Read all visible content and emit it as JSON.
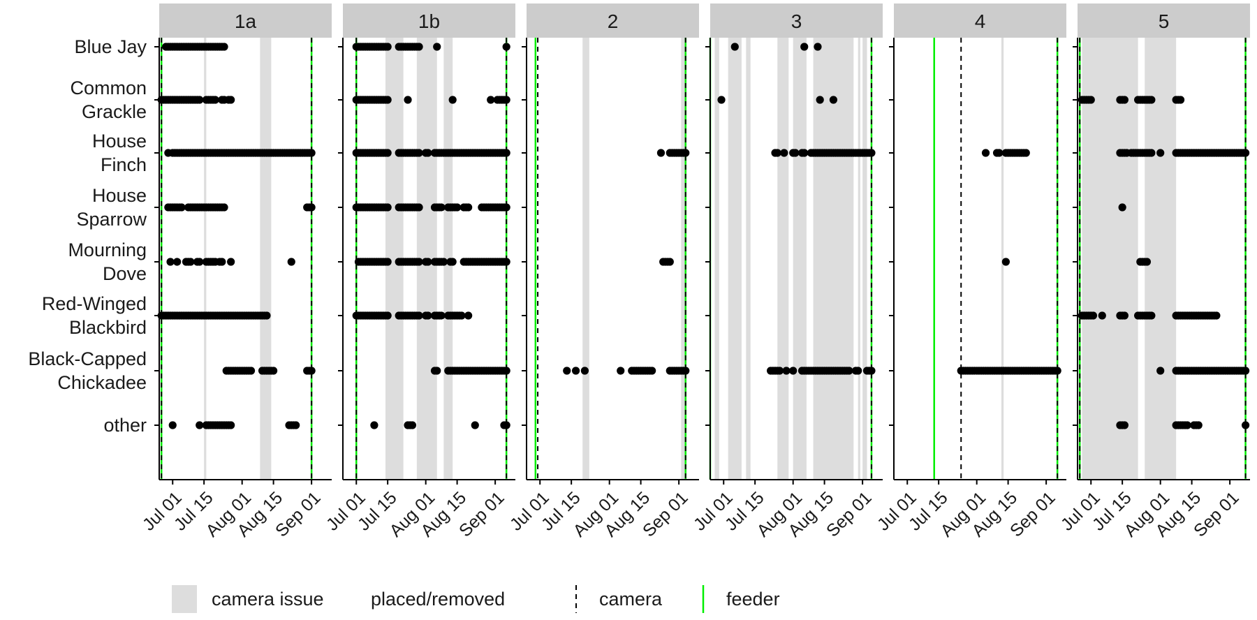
{
  "chart_data": {
    "type": "scatter",
    "title": "",
    "xlabel": "",
    "ylabel": "",
    "grid": false,
    "colors": {
      "points": "#000000",
      "camera_issue": "#dddddd",
      "strip": "#cccccc",
      "camera_line": "#000000",
      "feeder_line": "#00ee00"
    },
    "xlim": [
      "2020-06-25",
      "2020-09-10"
    ],
    "x_ticks": [
      {
        "date": "2020-07-01",
        "label": "Jul 01"
      },
      {
        "date": "2020-07-15",
        "label": "Jul 15"
      },
      {
        "date": "2020-08-01",
        "label": "Aug 01"
      },
      {
        "date": "2020-08-15",
        "label": "Aug 15"
      },
      {
        "date": "2020-09-01",
        "label": "Sep 01"
      }
    ],
    "species": [
      {
        "key": "blue_jay",
        "lines": [
          "Blue Jay"
        ]
      },
      {
        "key": "common_grackle",
        "lines": [
          "Common",
          "Grackle"
        ]
      },
      {
        "key": "house_finch",
        "lines": [
          "House",
          "Finch"
        ]
      },
      {
        "key": "house_sparrow",
        "lines": [
          "House",
          "Sparrow"
        ]
      },
      {
        "key": "mourning_dove",
        "lines": [
          "Mourning",
          "Dove"
        ]
      },
      {
        "key": "red_winged_blackbird",
        "lines": [
          "Red-Winged",
          "Blackbird"
        ]
      },
      {
        "key": "black_capped_chickadee",
        "lines": [
          "Black-Capped",
          "Chickadee"
        ]
      },
      {
        "key": "other",
        "lines": [
          "other"
        ]
      }
    ],
    "panels": [
      {
        "label": "1a",
        "camera": [
          "2020-06-26",
          "2020-09-01"
        ],
        "feeder": [
          "2020-06-26",
          "2020-09-01"
        ],
        "camera_issue": [
          [
            "2020-07-15",
            "2020-07-16"
          ],
          [
            "2020-08-09",
            "2020-08-14"
          ]
        ],
        "observations": {
          "blue_jay": [
            [
              "2020-06-28",
              "2020-07-24"
            ]
          ],
          "common_grackle": [
            [
              "2020-06-26",
              "2020-07-13"
            ],
            [
              "2020-07-16",
              "2020-07-20"
            ],
            [
              "2020-07-23",
              "2020-07-24"
            ],
            [
              "2020-07-26",
              "2020-07-27"
            ]
          ],
          "house_finch": [
            [
              "2020-06-29",
              "2020-06-29"
            ],
            [
              "2020-07-01",
              "2020-09-01"
            ]
          ],
          "house_sparrow": [
            [
              "2020-06-29",
              "2020-07-05"
            ],
            [
              "2020-07-08",
              "2020-07-24"
            ],
            [
              "2020-08-30",
              "2020-09-01"
            ]
          ],
          "mourning_dove": [
            [
              "2020-06-30",
              "2020-06-30"
            ],
            [
              "2020-07-03",
              "2020-07-03"
            ],
            [
              "2020-07-07",
              "2020-07-09"
            ],
            [
              "2020-07-12",
              "2020-07-13"
            ],
            [
              "2020-07-16",
              "2020-07-20"
            ],
            [
              "2020-07-22",
              "2020-07-23"
            ],
            [
              "2020-07-27",
              "2020-07-27"
            ],
            [
              "2020-08-23",
              "2020-08-23"
            ]
          ],
          "red_winged_blackbird": [
            [
              "2020-06-26",
              "2020-08-12"
            ]
          ],
          "black_capped_chickadee": [
            [
              "2020-07-25",
              "2020-08-05"
            ],
            [
              "2020-08-10",
              "2020-08-15"
            ],
            [
              "2020-08-30",
              "2020-09-01"
            ]
          ],
          "other": [
            [
              "2020-07-01",
              "2020-07-01"
            ],
            [
              "2020-07-13",
              "2020-07-13"
            ],
            [
              "2020-07-16",
              "2020-07-27"
            ],
            [
              "2020-08-22",
              "2020-08-25"
            ]
          ]
        }
      },
      {
        "label": "1b",
        "camera": [
          "2020-07-01",
          "2020-09-06"
        ],
        "feeder": [
          "2020-07-01",
          "2020-09-06"
        ],
        "camera_issue": [
          [
            "2020-07-14",
            "2020-07-22"
          ],
          [
            "2020-07-28",
            "2020-08-06"
          ],
          [
            "2020-08-09",
            "2020-08-13"
          ]
        ],
        "observations": {
          "blue_jay": [
            [
              "2020-07-01",
              "2020-07-15"
            ],
            [
              "2020-07-20",
              "2020-07-29"
            ],
            [
              "2020-08-06",
              "2020-08-06"
            ],
            [
              "2020-09-06",
              "2020-09-06"
            ]
          ],
          "common_grackle": [
            [
              "2020-07-01",
              "2020-07-15"
            ],
            [
              "2020-07-24",
              "2020-07-24"
            ],
            [
              "2020-08-13",
              "2020-08-13"
            ],
            [
              "2020-08-30",
              "2020-08-30"
            ],
            [
              "2020-09-02",
              "2020-09-06"
            ]
          ],
          "house_finch": [
            [
              "2020-07-01",
              "2020-07-15"
            ],
            [
              "2020-07-20",
              "2020-07-29"
            ],
            [
              "2020-08-01",
              "2020-08-02"
            ],
            [
              "2020-08-05",
              "2020-09-06"
            ]
          ],
          "house_sparrow": [
            [
              "2020-07-01",
              "2020-07-15"
            ],
            [
              "2020-07-20",
              "2020-07-29"
            ],
            [
              "2020-08-05",
              "2020-08-08"
            ],
            [
              "2020-08-11",
              "2020-08-15"
            ],
            [
              "2020-08-18",
              "2020-08-20"
            ],
            [
              "2020-08-26",
              "2020-09-06"
            ]
          ],
          "mourning_dove": [
            [
              "2020-07-02",
              "2020-07-15"
            ],
            [
              "2020-07-20",
              "2020-07-29"
            ],
            [
              "2020-08-01",
              "2020-08-02"
            ],
            [
              "2020-08-05",
              "2020-08-09"
            ],
            [
              "2020-08-12",
              "2020-08-13"
            ],
            [
              "2020-08-18",
              "2020-09-06"
            ]
          ],
          "red_winged_blackbird": [
            [
              "2020-07-01",
              "2020-07-15"
            ],
            [
              "2020-07-20",
              "2020-07-29"
            ],
            [
              "2020-08-01",
              "2020-08-02"
            ],
            [
              "2020-08-05",
              "2020-08-08"
            ],
            [
              "2020-08-11",
              "2020-08-17"
            ],
            [
              "2020-08-20",
              "2020-08-20"
            ]
          ],
          "black_capped_chickadee": [
            [
              "2020-08-05",
              "2020-08-06"
            ],
            [
              "2020-08-11",
              "2020-09-06"
            ]
          ],
          "other": [
            [
              "2020-07-09",
              "2020-07-09"
            ],
            [
              "2020-07-24",
              "2020-07-26"
            ],
            [
              "2020-08-23",
              "2020-08-23"
            ],
            [
              "2020-09-05",
              "2020-09-06"
            ]
          ]
        }
      },
      {
        "label": "2",
        "camera": [
          "2020-06-30",
          "2020-09-04"
        ],
        "feeder": [
          "2020-06-29",
          "2020-09-04"
        ],
        "camera_issue": [
          [
            "2020-07-20",
            "2020-07-23"
          ],
          [
            "2020-09-02",
            "2020-09-04"
          ]
        ],
        "observations": {
          "blue_jay": [],
          "common_grackle": [],
          "house_finch": [
            [
              "2020-08-24",
              "2020-08-24"
            ],
            [
              "2020-08-28",
              "2020-09-04"
            ]
          ],
          "house_sparrow": [],
          "mourning_dove": [
            [
              "2020-08-25",
              "2020-08-28"
            ]
          ],
          "red_winged_blackbird": [],
          "black_capped_chickadee": [
            [
              "2020-07-13",
              "2020-07-13"
            ],
            [
              "2020-07-17",
              "2020-07-17"
            ],
            [
              "2020-07-21",
              "2020-07-21"
            ],
            [
              "2020-08-06",
              "2020-08-06"
            ],
            [
              "2020-08-11",
              "2020-08-20"
            ],
            [
              "2020-08-28",
              "2020-09-04"
            ]
          ],
          "other": []
        }
      },
      {
        "label": "3",
        "camera": [
          "2020-06-25",
          "2020-09-05"
        ],
        "feeder": [
          "2020-06-25",
          "2020-09-05"
        ],
        "camera_issue": [
          [
            "2020-06-27",
            "2020-06-29"
          ],
          [
            "2020-07-03",
            "2020-07-09"
          ],
          [
            "2020-07-11",
            "2020-07-13"
          ],
          [
            "2020-07-25",
            "2020-07-30"
          ],
          [
            "2020-08-01",
            "2020-08-07"
          ],
          [
            "2020-08-10",
            "2020-08-28"
          ],
          [
            "2020-08-30",
            "2020-08-31"
          ],
          [
            "2020-09-01",
            "2020-09-03"
          ]
        ],
        "observations": {
          "blue_jay": [
            [
              "2020-07-06",
              "2020-07-06"
            ],
            [
              "2020-08-06",
              "2020-08-06"
            ],
            [
              "2020-08-12",
              "2020-08-12"
            ]
          ],
          "common_grackle": [
            [
              "2020-06-30",
              "2020-06-30"
            ],
            [
              "2020-08-13",
              "2020-08-13"
            ],
            [
              "2020-08-19",
              "2020-08-19"
            ]
          ],
          "house_finch": [
            [
              "2020-07-24",
              "2020-07-25"
            ],
            [
              "2020-07-28",
              "2020-07-28"
            ],
            [
              "2020-08-01",
              "2020-08-02"
            ],
            [
              "2020-08-05",
              "2020-08-06"
            ],
            [
              "2020-08-09",
              "2020-09-05"
            ]
          ],
          "house_sparrow": [],
          "mourning_dove": [],
          "red_winged_blackbird": [],
          "black_capped_chickadee": [
            [
              "2020-07-22",
              "2020-07-26"
            ],
            [
              "2020-07-29",
              "2020-07-29"
            ],
            [
              "2020-08-01",
              "2020-08-01"
            ],
            [
              "2020-08-05",
              "2020-08-26"
            ],
            [
              "2020-08-29",
              "2020-08-30"
            ],
            [
              "2020-09-03",
              "2020-09-05"
            ]
          ],
          "other": []
        }
      },
      {
        "label": "4",
        "camera": [
          "2020-07-25",
          "2020-09-06"
        ],
        "feeder": [
          "2020-07-13",
          "2020-09-06"
        ],
        "camera_issue": [
          [
            "2020-08-12",
            "2020-08-13"
          ]
        ],
        "observations": {
          "blue_jay": [],
          "common_grackle": [],
          "house_finch": [
            [
              "2020-08-05",
              "2020-08-05"
            ],
            [
              "2020-08-10",
              "2020-08-11"
            ],
            [
              "2020-08-14",
              "2020-08-23"
            ]
          ],
          "house_sparrow": [],
          "mourning_dove": [
            [
              "2020-08-14",
              "2020-08-14"
            ]
          ],
          "red_winged_blackbird": [],
          "black_capped_chickadee": [
            [
              "2020-07-25",
              "2020-09-06"
            ]
          ],
          "other": []
        }
      },
      {
        "label": "5",
        "camera": [
          "2020-06-26",
          "2020-09-08"
        ],
        "feeder": [
          "2020-06-26",
          "2020-09-08"
        ],
        "camera_issue": [
          [
            "2020-06-27",
            "2020-07-22"
          ],
          [
            "2020-07-25",
            "2020-08-08"
          ]
        ],
        "observations": {
          "blue_jay": [],
          "common_grackle": [
            [
              "2020-06-27",
              "2020-07-01"
            ],
            [
              "2020-07-14",
              "2020-07-16"
            ],
            [
              "2020-07-22",
              "2020-07-28"
            ],
            [
              "2020-08-08",
              "2020-08-10"
            ]
          ],
          "house_finch": [
            [
              "2020-07-14",
              "2020-07-17"
            ],
            [
              "2020-07-19",
              "2020-07-28"
            ],
            [
              "2020-08-01",
              "2020-08-01"
            ],
            [
              "2020-08-08",
              "2020-09-08"
            ]
          ],
          "house_sparrow": [
            [
              "2020-07-15",
              "2020-07-15"
            ]
          ],
          "mourning_dove": [
            [
              "2020-07-23",
              "2020-07-26"
            ]
          ],
          "red_winged_blackbird": [
            [
              "2020-06-27",
              "2020-07-02"
            ],
            [
              "2020-07-06",
              "2020-07-06"
            ],
            [
              "2020-07-14",
              "2020-07-16"
            ],
            [
              "2020-07-22",
              "2020-07-28"
            ],
            [
              "2020-08-08",
              "2020-08-26"
            ]
          ],
          "black_capped_chickadee": [
            [
              "2020-08-01",
              "2020-08-01"
            ],
            [
              "2020-08-08",
              "2020-09-08"
            ]
          ],
          "other": [
            [
              "2020-07-14",
              "2020-07-16"
            ],
            [
              "2020-08-08",
              "2020-08-13"
            ],
            [
              "2020-08-16",
              "2020-08-18"
            ],
            [
              "2020-09-08",
              "2020-09-08"
            ]
          ]
        }
      }
    ],
    "legend": {
      "position": "bottom",
      "items": [
        {
          "key": "camera_issue",
          "label": "camera issue"
        },
        {
          "key": "placed_removed",
          "label": "placed/removed"
        },
        {
          "key": "camera",
          "label": "camera"
        },
        {
          "key": "feeder",
          "label": "feeder"
        }
      ]
    }
  }
}
